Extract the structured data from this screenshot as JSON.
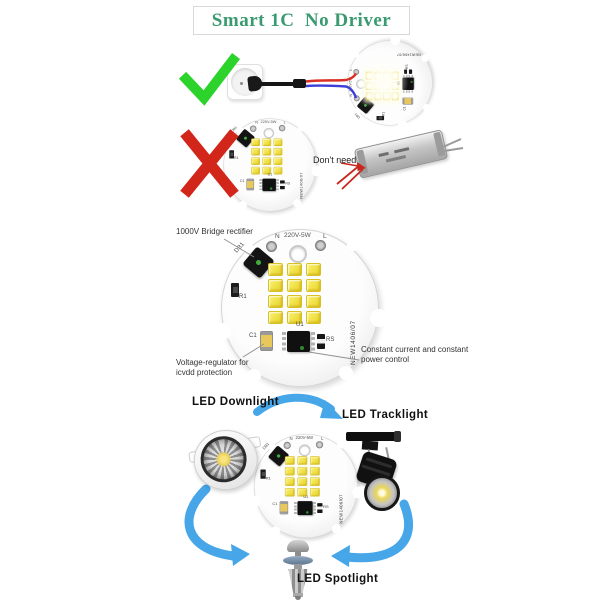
{
  "title": "Smart 1C  No Driver",
  "comparison": {
    "dont_need_label": "Don't need"
  },
  "pcb": {
    "terminal_n": "N",
    "rating": "220V-5W",
    "terminal_l": "L",
    "serial": "NEW1406/07",
    "ref_db1": "DB1",
    "ref_r1": "R1",
    "ref_c1": "C1",
    "ref_u1": "U1",
    "ref_rs": "RS"
  },
  "annotations": {
    "bridge_rectifier": "1000V Bridge rectifier",
    "voltage_regulator_line1": "Voltage-regulator for",
    "voltage_regulator_line2": "icvdd protection",
    "constant_power_line1": "Constant current and constant",
    "constant_power_line2": "power control"
  },
  "applications": {
    "downlight": "LED Downlight",
    "tracklight": "LED Tracklight",
    "spotlight": "LED Spotlight"
  },
  "colors": {
    "title_green": "#3a9a70",
    "check_green": "#2bd32b",
    "cross_red": "#d62b1d",
    "cycle_arrow_blue": "#46a6e8",
    "live_wire_red": "#d93025",
    "neutral_wire_blue": "#3d3dd8",
    "led_yellow": "#ecd835",
    "pcb_white": "#f5f5f5"
  }
}
